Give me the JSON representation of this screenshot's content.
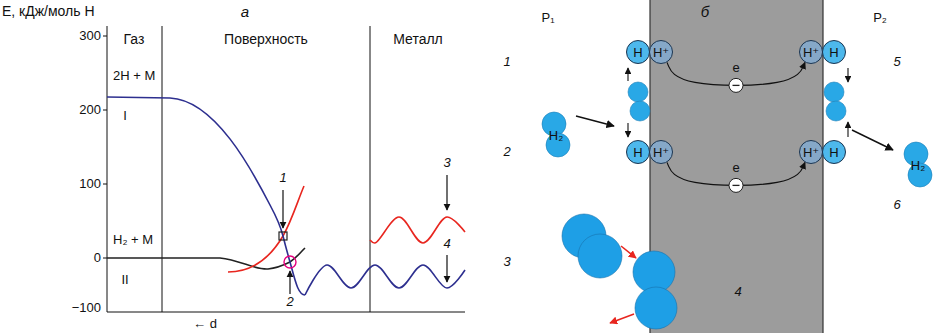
{
  "diagram": {
    "nodes": [
      {
        "text": [
          "H"
        ]
      },
      {
        "text": [
          "H⁺"
        ]
      },
      {
        "text": [
          "H⁺"
        ]
      },
      {
        "text": [
          "H"
        ]
      },
      {
        "text": [
          "H"
        ]
      },
      {
        "text": [
          "H⁺"
        ]
      },
      {
        "text": [
          "H⁺"
        ]
      },
      {
        "text": [
          "H"
        ]
      },
      {
        "text": [
          "H₂"
        ]
      },
      {
        "text": [
          "H₂"
        ]
      }
    ],
    "edges": [
      {
        "from": 1,
        "to": 2,
        "arrow": "to",
        "label": "e"
      },
      {
        "from": 5,
        "to": 6,
        "arrow": "to",
        "label": "e"
      }
    ],
    "labels": [
      "E, кДж/моль H",
      "а",
      "б",
      "300",
      "200",
      "100",
      "0",
      "−100",
      "Газ",
      "Поверхность",
      "Металл",
      "2H + M",
      "I",
      "H₂ + M",
      "II",
      "1",
      "2",
      "3",
      "4",
      "← d",
      "P₁",
      "P₂",
      "1",
      "2",
      "3",
      "4",
      "5",
      "6"
    ]
  }
}
